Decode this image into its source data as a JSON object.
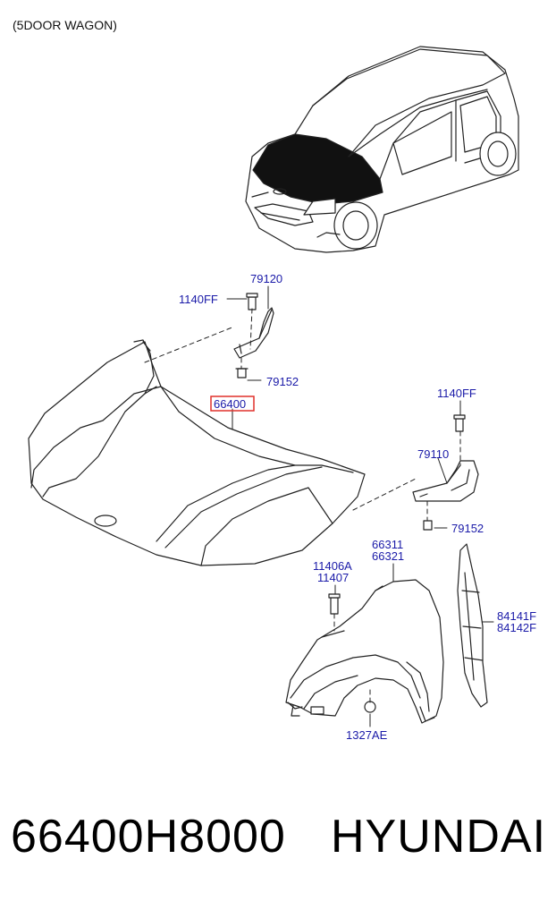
{
  "diagram": {
    "heading": "(5DOOR WAGON)",
    "callouts": {
      "c79120": "79120",
      "c1140ff_left": "1140FF",
      "c79152_top": "79152",
      "c66400": "66400",
      "c1140ff_right": "1140FF",
      "c79110": "79110",
      "c79152_right": "79152",
      "c66311": "66311",
      "c66321": "66321",
      "c11406a": "11406A",
      "c11407": "11407",
      "c84141f": "84141F",
      "c84142f": "84142F",
      "c1327ae": "1327AE"
    },
    "highlight_color": "#e0302a",
    "callout_color": "#1a1aa8"
  },
  "footer": {
    "part_number": "66400H8000",
    "brand": "HYUNDAI"
  }
}
